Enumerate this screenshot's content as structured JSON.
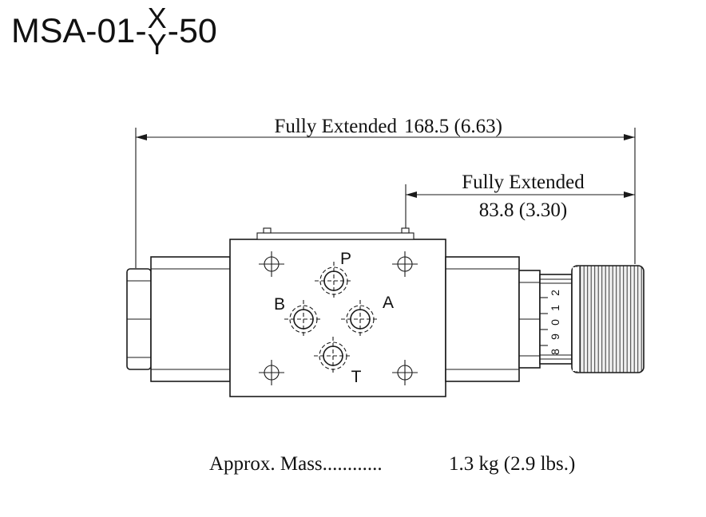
{
  "colors": {
    "background": "#ffffff",
    "line": "#1a1a1a",
    "knob_fill": "#f0f0f0"
  },
  "title": {
    "prefix": "MSA-01-",
    "numerator": "X",
    "denominator": "Y",
    "suffix": "-50"
  },
  "dimensions": {
    "overall": {
      "label": "Fully Extended",
      "value": "168.5 (6.63)"
    },
    "partial": {
      "label": "Fully Extended",
      "value": "83.8 (3.30)"
    }
  },
  "ports": {
    "p": "P",
    "a": "A",
    "b": "B",
    "t": "T"
  },
  "adjuster_scale": {
    "digits_top_to_bottom": [
      "2",
      "1",
      "0",
      "9",
      "8"
    ]
  },
  "mass_note": {
    "label": "Approx. Mass............",
    "value": "1.3 kg (2.9 lbs.)"
  }
}
